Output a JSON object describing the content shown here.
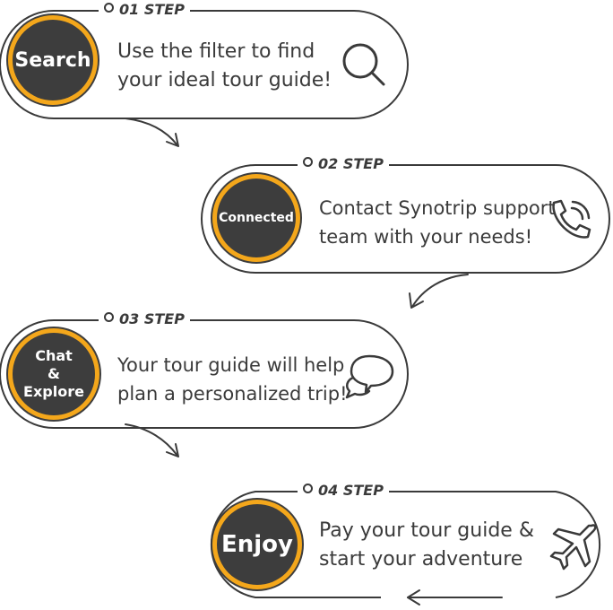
{
  "steps": [
    {
      "label": "01 STEP",
      "badge": "Search",
      "lines": [
        "Use the filter to find",
        "your ideal tour guide!"
      ],
      "icon": "search-icon"
    },
    {
      "label": "02 STEP",
      "badge": "Connected",
      "lines": [
        "Contact Synotrip support",
        "team with your needs!"
      ],
      "icon": "phone-icon"
    },
    {
      "label": "03 STEP",
      "badge_lines": [
        "Chat",
        "&",
        "Explore"
      ],
      "lines": [
        "Your tour guide will help",
        "plan a personalized trip!"
      ],
      "icon": "chat-bubbles-icon"
    },
    {
      "label": "04 STEP",
      "badge": "Enjoy",
      "lines": [
        "Pay your tour guide &",
        "start your adventure"
      ],
      "icon": "airplane-icon"
    }
  ],
  "colors": {
    "outline": "#3a3a3a",
    "badge_fill": "#3d3d3d",
    "badge_ring": "#f4a71b",
    "badge_text": "#ffffff"
  }
}
